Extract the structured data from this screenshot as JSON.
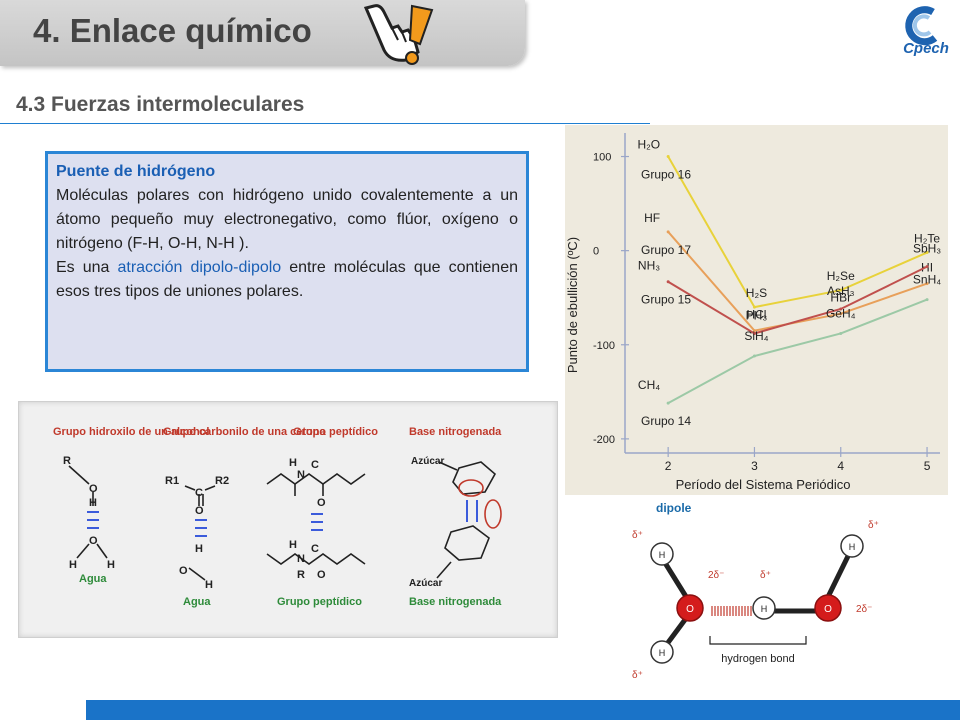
{
  "header": {
    "title": "4. Enlace químico",
    "logo_text": "Cpech"
  },
  "section": {
    "subtitle": "4.3 Fuerzas intermoleculares"
  },
  "textbox": {
    "heading": "Puente de hidrógeno",
    "para1": "Moléculas polares con hidrógeno unido covalentemente a un átomo pequeño muy electronegativo, como flúor, oxígeno o nitrógeno (F-H, O-H, N-H ).",
    "para2_before": "Es una ",
    "para2_highlight": "atracción dipolo-dipolo",
    "para2_after": " entre moléculas que contienen esos tres tipos de uniones polares."
  },
  "structures": {
    "labels": [
      "Grupo hidroxilo de un alcohol",
      "Grupo carbonilo de una cetona",
      "Grupo peptídico",
      "Base nitrogenada"
    ],
    "bottom_labels": [
      "Agua",
      "Agua",
      "Grupo peptídico",
      "Base nitrogenada"
    ],
    "agua_inner": "Agua",
    "azucar_top": "Azúcar",
    "azucar_bottom": "Azúcar"
  },
  "chart_data": {
    "type": "line",
    "xlabel": "Período del Sistema Periódico",
    "ylabel": "Punto de ebullición (ºC)",
    "x": [
      2,
      3,
      4,
      5
    ],
    "xlim": [
      1.5,
      5.15
    ],
    "ylim": [
      -215,
      125
    ],
    "yticks": [
      100,
      0,
      -100,
      -200
    ],
    "series": [
      {
        "name": "Grupo 16",
        "color": "#e8d23a",
        "values": [
          100,
          -60,
          -42,
          -2
        ],
        "labels": [
          "H2O",
          "H2S",
          "H2Se",
          "H2Te"
        ]
      },
      {
        "name": "Grupo 17",
        "color": "#e8a05a",
        "values": [
          20,
          -85,
          -67,
          -35
        ],
        "labels": [
          "HF",
          "HCl",
          "HBr",
          "HI"
        ]
      },
      {
        "name": "Grupo 15",
        "color": "#c0504d",
        "values": [
          -33,
          -88,
          -62,
          -17
        ],
        "labels": [
          "NH3",
          "PH3",
          "AsH3",
          "SbH3"
        ]
      },
      {
        "name": "Grupo 14",
        "color": "#9cc9a6",
        "values": [
          -162,
          -112,
          -88,
          -52
        ],
        "labels": [
          "CH4",
          "SiH4",
          "GeH4",
          "SnH4"
        ]
      }
    ]
  },
  "dipole": {
    "title": "dipole",
    "bond_label": "hydrogen bond",
    "atoms": {
      "o": "O",
      "h": "H"
    },
    "delta_plus": "δ⁺",
    "two_delta_minus": "2δ⁻"
  },
  "colors": {
    "accent": "#1a73c8",
    "textbox_bg": "#dde0f0",
    "textbox_border": "#2b86d6",
    "chart_bg": "#eeeade"
  }
}
